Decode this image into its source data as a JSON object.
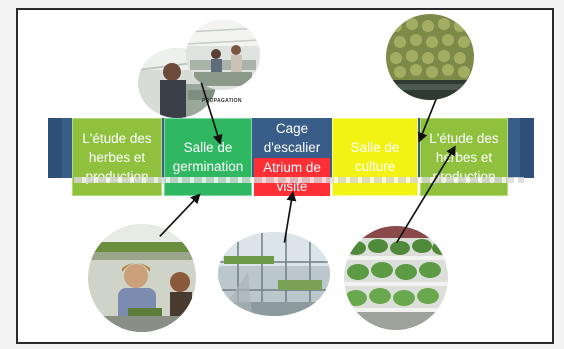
{
  "zones": {
    "etude_left": "L'étude des herbes et production",
    "germination": "Salle de germination",
    "stair": "Cage d'escalier",
    "atrium": "Atrium de visite",
    "culture": "Salle de culture",
    "etude_right": "L'étude des herbes et production"
  },
  "photos": {
    "top_left_caption": "PROPAGATION",
    "top_left": "people-working-photo",
    "top_right": "seedling-trays-photo",
    "bottom_left": "person-with-plants-photo",
    "bottom_middle": "atrium-greenhouse-photo",
    "bottom_right": "hydroponic-racks-photo"
  },
  "colors": {
    "band": "#385d88",
    "study_zone": "#8fc13f",
    "germination_zone": "#2fb861",
    "atrium_zone": "#ff2f36",
    "culture_zone": "#f2f215"
  }
}
